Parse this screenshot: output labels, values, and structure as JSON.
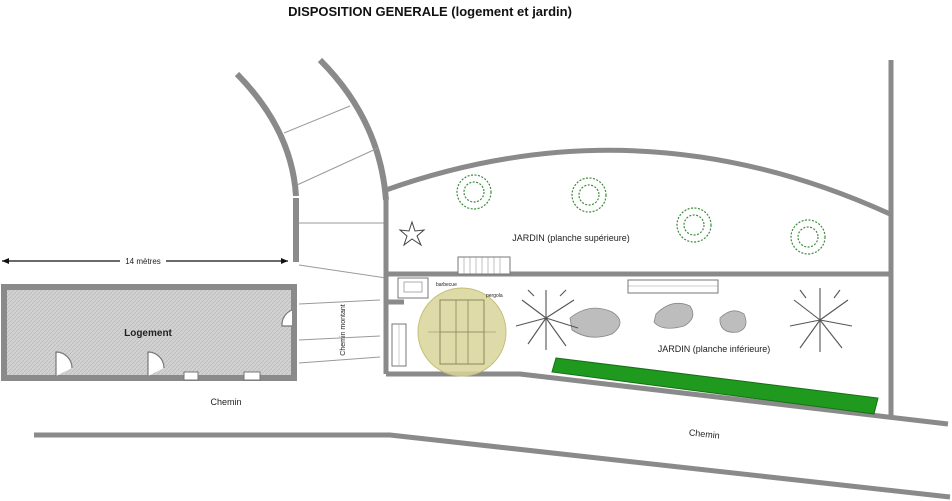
{
  "title": "DISPOSITION GENERALE (logement et jardin)",
  "labels": {
    "dimension": "14 mètres",
    "logement": "Logement",
    "chemin_bas_gauche": "Chemin",
    "chemin_bas_droite": "Chemin",
    "chemin_montant": "Chemin montant",
    "jardin_superieur": "JARDIN (planche supérieure)",
    "jardin_inferieur": "JARDIN (planche inférieure)",
    "barbecue": "barbecue",
    "pergola": "pergola"
  },
  "colors": {
    "wall": "#8a8a8a",
    "logement_fill": "#cfcfcf",
    "pergola_fill": "#d8d59a",
    "hedge": "#1f9a1f",
    "tree_outline": "#3b8c3b"
  }
}
